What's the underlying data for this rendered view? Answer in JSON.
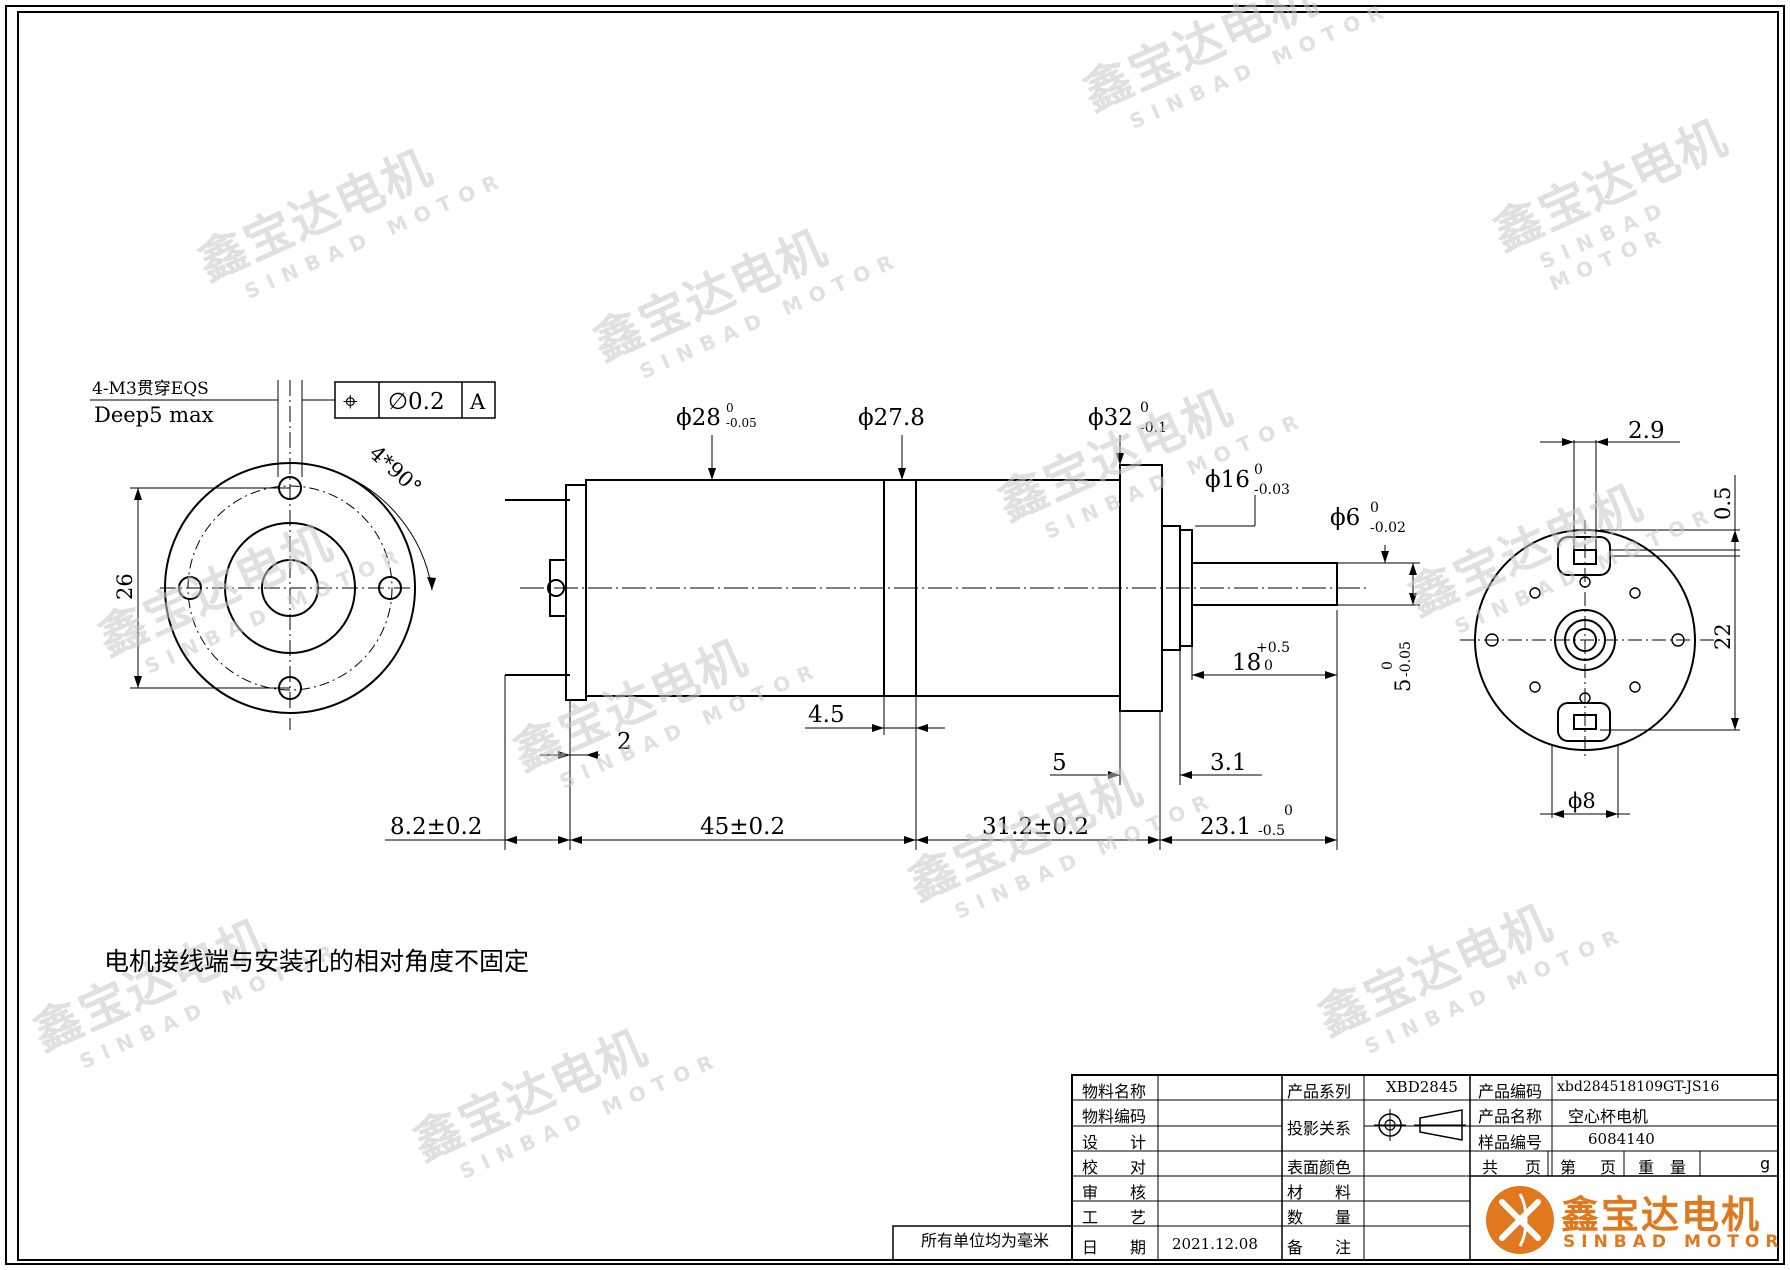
{
  "watermark": {
    "brand_cn": "鑫宝达电机",
    "brand_en": "SINBAD MOTOR"
  },
  "front_view": {
    "hole_spec_line1": "4-M3贯穿EQS",
    "hole_spec_line2": "Deep5 max",
    "tolerance_frame": {
      "symbol": "⌖",
      "value": "∅0.2",
      "datum": "A"
    },
    "angle_label": "4*90°",
    "dim_height": "26"
  },
  "side_view": {
    "d_body": "ϕ28",
    "d_body_tol_upper": "0",
    "d_body_tol_lower": "-0.05",
    "d_ring": "ϕ27.8",
    "d_flange": "ϕ32",
    "d_flange_tol_upper": "0",
    "d_flange_tol_lower": "-0.1",
    "d_boss": "ϕ16",
    "d_boss_tol_upper": "0",
    "d_boss_tol_lower": "-0.03",
    "d_shaft": "ϕ6",
    "d_shaft_tol_upper": "0",
    "d_shaft_tol_lower": "-0.02",
    "shaft_len": "18",
    "shaft_len_tol_upper": "+0.5",
    "shaft_len_tol_lower": "0",
    "flat_depth": "5",
    "flat_depth_tol_upper": "0",
    "flat_depth_tol_lower": "-0.05",
    "ring_width": "4.5",
    "terminal_offset": "2",
    "flange_thickness": "5",
    "boss_len": "3.1",
    "len_terminals": "8.2±0.2",
    "len_motor": "45±0.2",
    "len_gearbox": "31.2±0.2",
    "len_output": "23.1",
    "len_output_tol_upper": "0",
    "len_output_tol_lower": "-0.5"
  },
  "rear_view": {
    "dim_top": "2.9",
    "dim_right_small": "0.5",
    "dim_right": "22",
    "dim_bottom": "ϕ8"
  },
  "note": "电机接线端与安装孔的相对角度不固定",
  "unit_note": "所有单位均为毫米",
  "title_block": {
    "labels": {
      "material_name": "物料名称",
      "material_code": "物料编码",
      "design": "设　　计",
      "check": "校　　对",
      "review": "审　　核",
      "process": "工　　艺",
      "date": "日　　期",
      "series": "产品系列",
      "projection": "投影关系",
      "surface_color": "表面颜色",
      "material": "材　　料",
      "quantity": "数　　量",
      "remarks": "备　　注",
      "product_code": "产品编码",
      "product_name": "产品名称",
      "sample_no": "样品编号",
      "total": "共",
      "page": "页",
      "sheet_no": "第",
      "page2": "页",
      "weight": "重　量",
      "unit_g": "g"
    },
    "values": {
      "date": "2021.12.08",
      "series": "XBD2845",
      "product_code": "xbd284518109GT-JS16",
      "product_name": "空心杯电机",
      "sample_no": "6084140"
    },
    "logo_cn": "鑫宝达电机",
    "logo_en": "SINBAD MOTOR",
    "logo_color": "#e0781e"
  }
}
